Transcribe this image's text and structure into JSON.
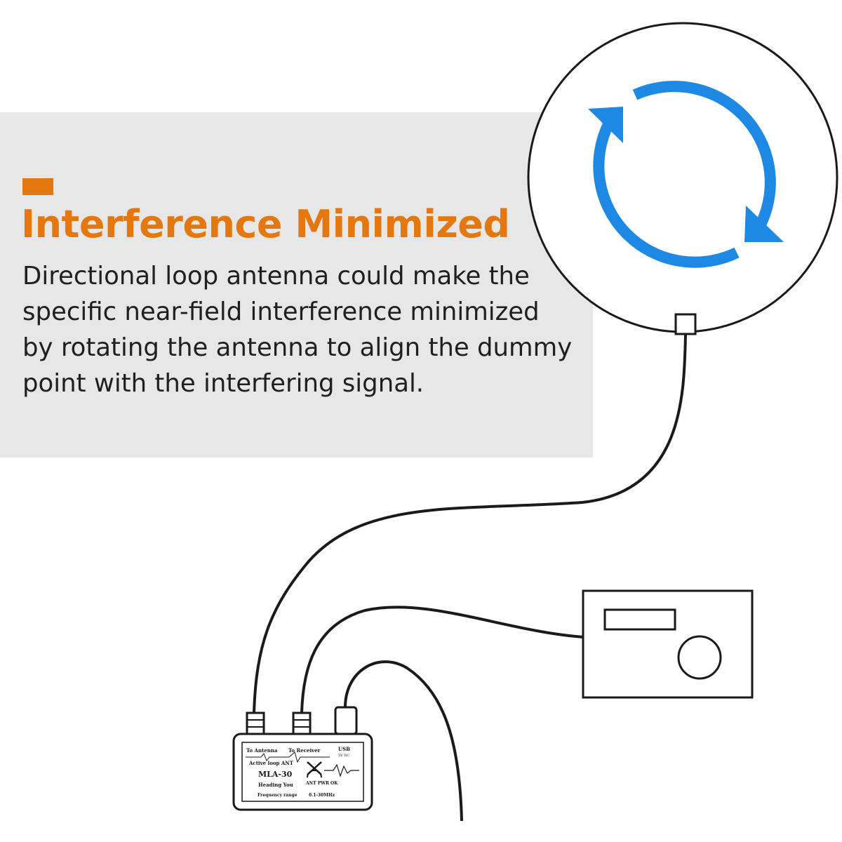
{
  "colors": {
    "panel_bg": "#e7e7e7",
    "accent": "#e4780e",
    "text": "#1f1f1f",
    "arrow": "#1e88e5",
    "line": "#1a1a1a"
  },
  "panel": {
    "title": "Interference Minimized",
    "description": "Directional loop antenna could make the specific near-field interference minimized by rotating the antenna to align the dummy point with the interfering signal."
  },
  "icons": {
    "rotate": "rotate-arrows-icon"
  },
  "device": {
    "antenna_port_label": "To Antenna",
    "receiver_port_label": "To Receiver",
    "power_port_label": "USB",
    "power_spec": "5V DC",
    "product_line": "Active loop ANT",
    "model": "MLA-30",
    "direction_text": "Heading You",
    "indicator_text": "ANT PWR OK",
    "freq_label": "Frequency range",
    "freq_value": "0.1-30MHz"
  }
}
